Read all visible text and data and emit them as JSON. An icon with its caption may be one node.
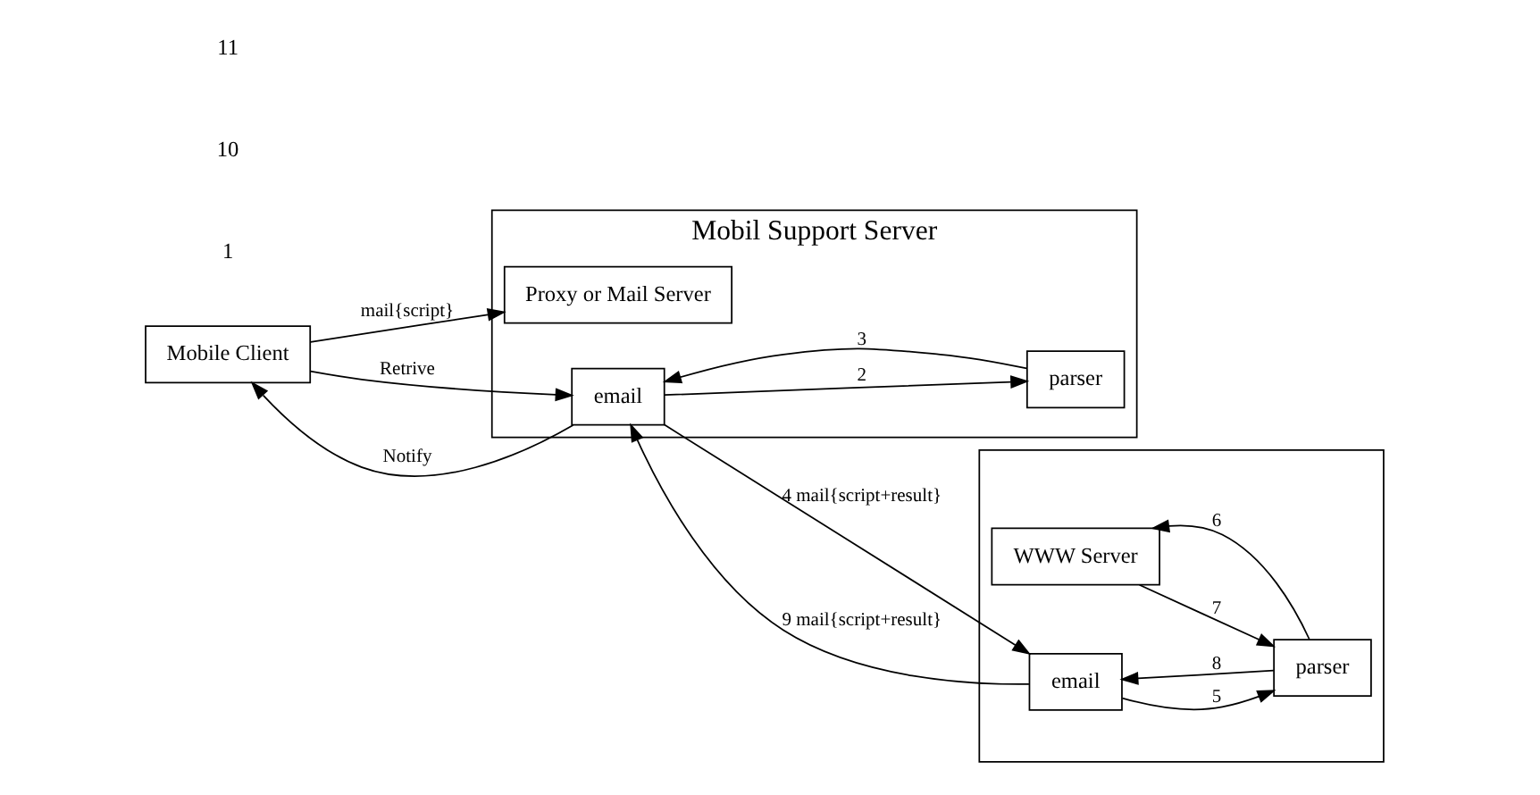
{
  "diagram": {
    "nodes": [
      {
        "text": [
          "Mobile Client"
        ]
      },
      {
        "text": [
          "Mobil Support Server"
        ]
      },
      {
        "text": [
          "Proxy or Mail Server"
        ],
        "in": 1
      },
      {
        "text": [
          "email"
        ],
        "in": 1
      },
      {
        "text": [
          "parser"
        ],
        "in": 1
      },
      {
        "text": [],
        "shape": "box"
      },
      {
        "text": [
          "WWW Server"
        ],
        "in": 5
      },
      {
        "text": [
          "email"
        ],
        "in": 5
      },
      {
        "text": [
          "parser"
        ],
        "in": 5
      }
    ],
    "edges": [
      {
        "from": 0,
        "to": 2,
        "arrow": "to",
        "label": "mail{script}"
      },
      {
        "from": 3,
        "to": 0,
        "arrow": "to",
        "label": "Notify"
      },
      {
        "from": 0,
        "to": 3,
        "arrow": "to",
        "label": "Retrive"
      },
      {
        "from": 3,
        "to": 4,
        "arrow": "to",
        "label": "2"
      },
      {
        "from": 4,
        "to": 3,
        "arrow": "to",
        "label": "3"
      },
      {
        "from": 3,
        "to": 7,
        "arrow": "to",
        "label": "4 mail{script+result}"
      },
      {
        "from": 7,
        "to": 8,
        "arrow": "to",
        "label": "5"
      },
      {
        "from": 8,
        "to": 6,
        "arrow": "to",
        "label": "6"
      },
      {
        "from": 6,
        "to": 8,
        "arrow": "to",
        "label": "7"
      },
      {
        "from": 8,
        "to": 7,
        "arrow": "to",
        "label": "8"
      },
      {
        "from": 7,
        "to": 3,
        "arrow": "to",
        "label": "9 mail{script+result}"
      }
    ],
    "labels": [
      "1",
      "10",
      "11"
    ]
  }
}
